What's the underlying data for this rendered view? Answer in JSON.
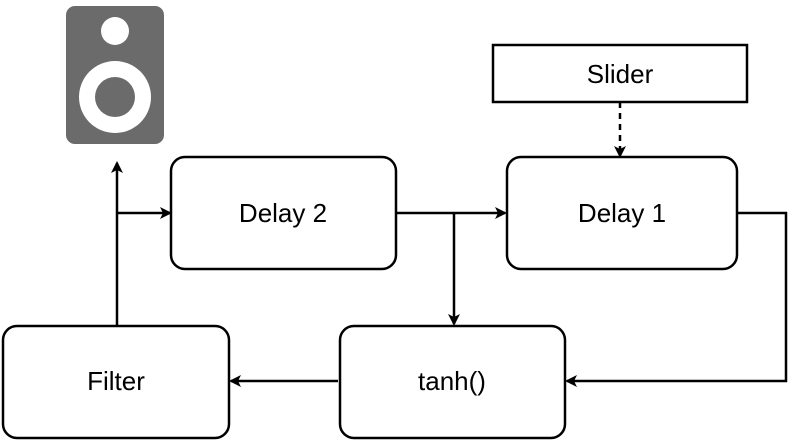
{
  "diagram": {
    "nodes": {
      "slider": {
        "label": "Slider"
      },
      "delay2": {
        "label": "Delay 2"
      },
      "delay1": {
        "label": "Delay 1"
      },
      "filter": {
        "label": "Filter"
      },
      "tanh": {
        "label": "tanh()"
      }
    },
    "speaker": {
      "icon": "speaker-icon",
      "color": "#6b6b6b"
    },
    "edges": [
      {
        "from": "slider",
        "to": "delay1",
        "style": "dashed"
      },
      {
        "from": "filter",
        "to": "speaker",
        "style": "solid"
      },
      {
        "from": "filter",
        "to": "delay2",
        "style": "solid"
      },
      {
        "from": "delay2",
        "to": "delay1",
        "style": "solid"
      },
      {
        "from": "delay2",
        "to": "tanh",
        "style": "solid"
      },
      {
        "from": "delay1",
        "to": "tanh",
        "style": "solid"
      },
      {
        "from": "tanh",
        "to": "filter",
        "style": "solid"
      }
    ]
  }
}
